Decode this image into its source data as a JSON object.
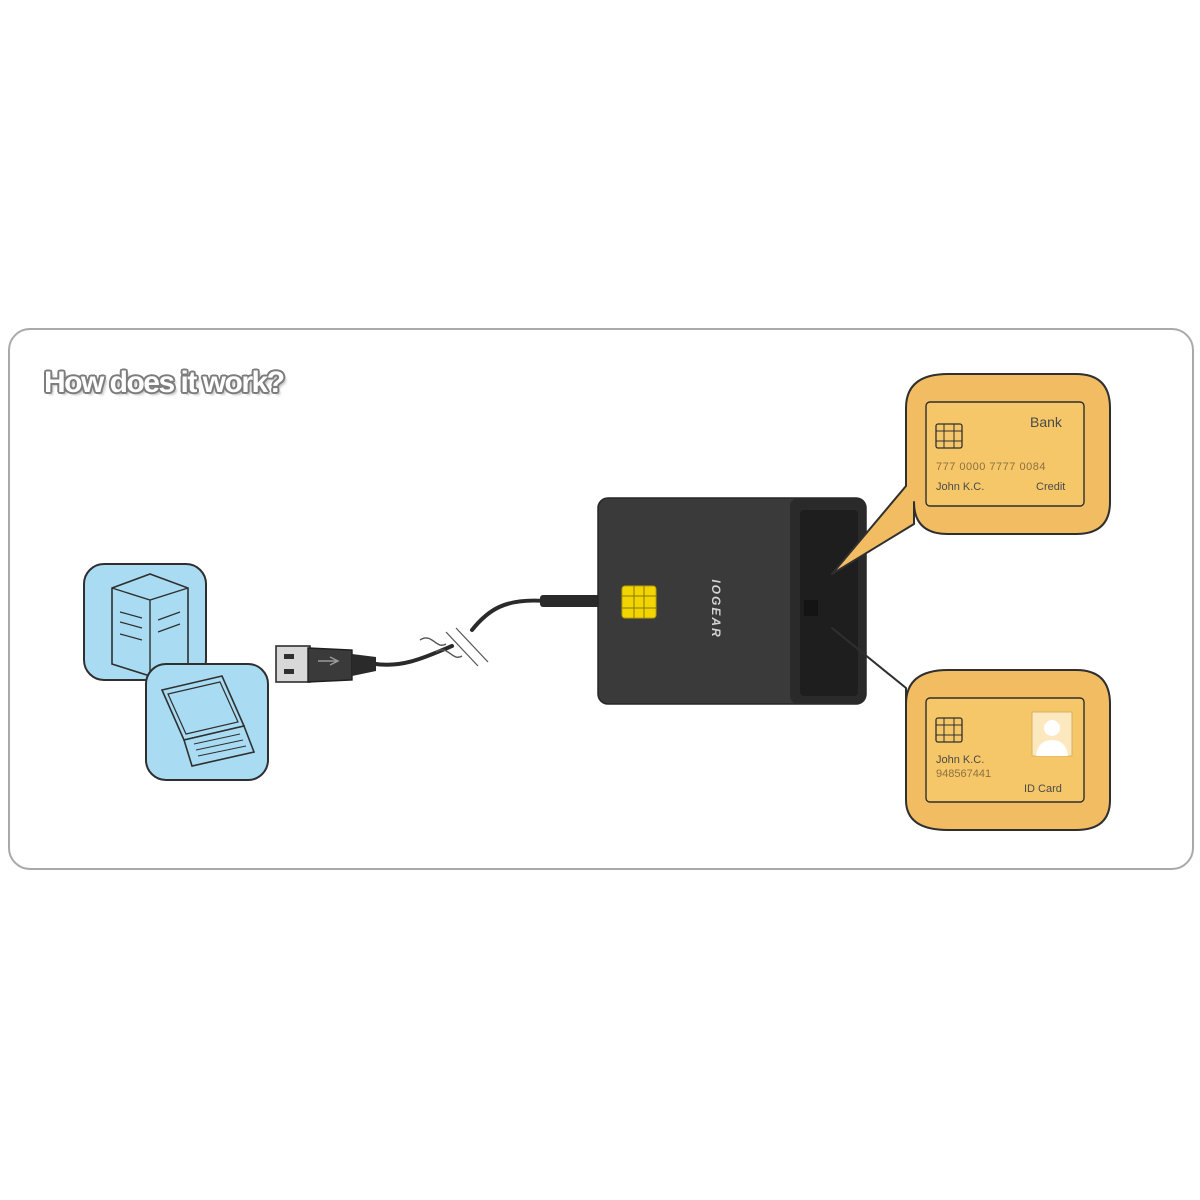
{
  "diagram": {
    "title": "How does it work?",
    "reader": {
      "brand": "IOGEAR"
    },
    "cards": {
      "bank": {
        "issuer": "Bank",
        "number": "777 0000 7777 0084",
        "holder": "John K.C.",
        "type": "Credit"
      },
      "id": {
        "holder": "John K.C.",
        "number": "948567441",
        "type": "ID Card"
      }
    }
  },
  "colors": {
    "device_blue": "#a9dcf2",
    "callout_gold": "#f1bc62",
    "card_gold": "#f6c769",
    "reader_body": "#3a3a3a",
    "chip_yellow": "#f2d400",
    "panel_border": "#a9a9a9"
  },
  "icons": [
    "desktop-computer-icon",
    "laptop-icon",
    "usb-plug-icon",
    "cable-break-icon",
    "smart-chip-icon",
    "person-photo-icon"
  ]
}
